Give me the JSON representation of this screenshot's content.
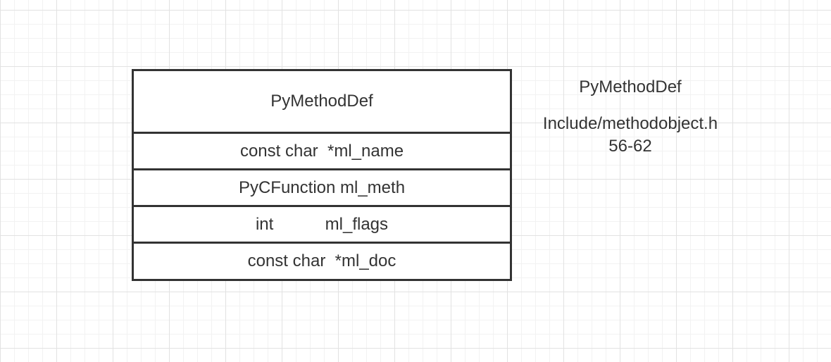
{
  "struct": {
    "name": "PyMethodDef",
    "fields": [
      "const char  *ml_name",
      "PyCFunction ml_meth",
      "int           ml_flags",
      "const char  *ml_doc"
    ]
  },
  "note": {
    "title": "PyMethodDef",
    "file": "Include/methodobject.h",
    "lines": "56-62"
  }
}
